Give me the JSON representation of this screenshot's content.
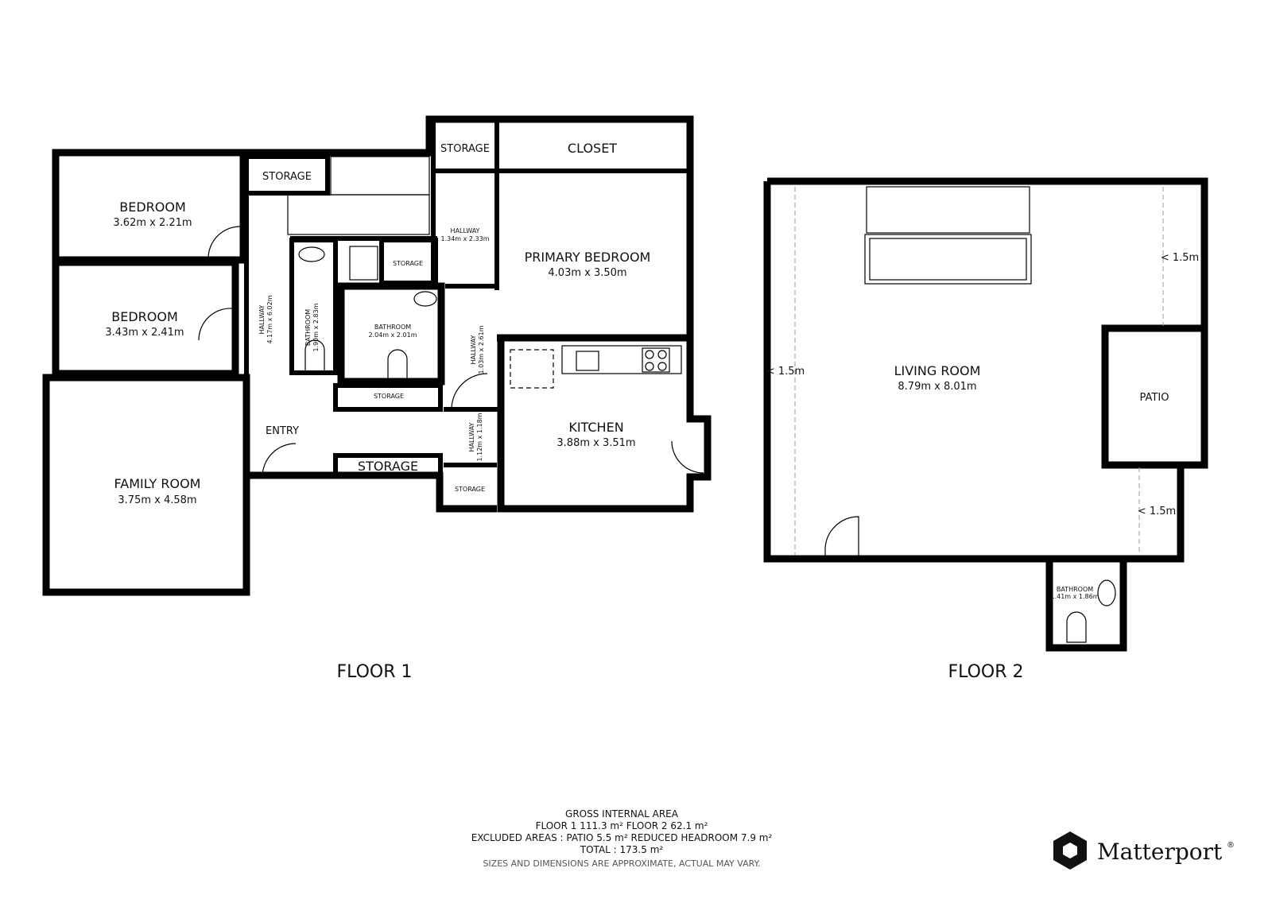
{
  "floor1": {
    "label": "FLOOR 1",
    "rooms": [
      {
        "name": "BEDROOM",
        "size": "3.62m x 2.21m"
      },
      {
        "name": "BEDROOM",
        "size": "3.43m x 2.41m"
      },
      {
        "name": "FAMILY ROOM",
        "size": "3.75m x 4.58m"
      },
      {
        "name": "STORAGE"
      },
      {
        "name": "STORAGE"
      },
      {
        "name": "CLOSET"
      },
      {
        "name": "HALLWAY",
        "size": "1.34m x 2.33m"
      },
      {
        "name": "PRIMARY BEDROOM",
        "size": "4.03m x 3.50m"
      },
      {
        "name": "STORAGE"
      },
      {
        "name": "HALLWAY",
        "size": "4.17m x 6.02m"
      },
      {
        "name": "BATHROOM",
        "size": "1.90m x 2.83m"
      },
      {
        "name": "BATHROOM",
        "size": "2.04m x 2.01m"
      },
      {
        "name": "HALLWAY",
        "size": "1.03m x 2.61m"
      },
      {
        "name": "STORAGE"
      },
      {
        "name": "ENTRY"
      },
      {
        "name": "STORAGE"
      },
      {
        "name": "HALLWAY",
        "size": "1.12m x 1.18m"
      },
      {
        "name": "STORAGE"
      },
      {
        "name": "KITCHEN",
        "size": "3.88m x 3.51m"
      }
    ]
  },
  "floor2": {
    "label": "FLOOR 2",
    "rooms": [
      {
        "name": "LIVING ROOM",
        "size": "8.79m x 8.01m"
      },
      {
        "name": "PATIO"
      },
      {
        "name": "BATHROOM",
        "size": "1.41m x 1.86m"
      }
    ],
    "headroom_marks": [
      "< 1.5m",
      "< 1.5m",
      "< 1.5m"
    ]
  },
  "summary": {
    "title": "GROSS INTERNAL AREA",
    "floors_line": "FLOOR 1 111.3 m²   FLOOR 2 62.1 m²",
    "excluded_line": "EXCLUDED AREAS :  PATIO 5.5 m²   REDUCED HEADROOM 7.9 m²",
    "total_line": "TOTAL :  173.5 m²",
    "disclaimer": "SIZES AND DIMENSIONS ARE APPROXIMATE, ACTUAL MAY VARY."
  },
  "brand": {
    "name": "Matterport",
    "mark": "®",
    "logo_icon": "matterport-cube-icon"
  }
}
